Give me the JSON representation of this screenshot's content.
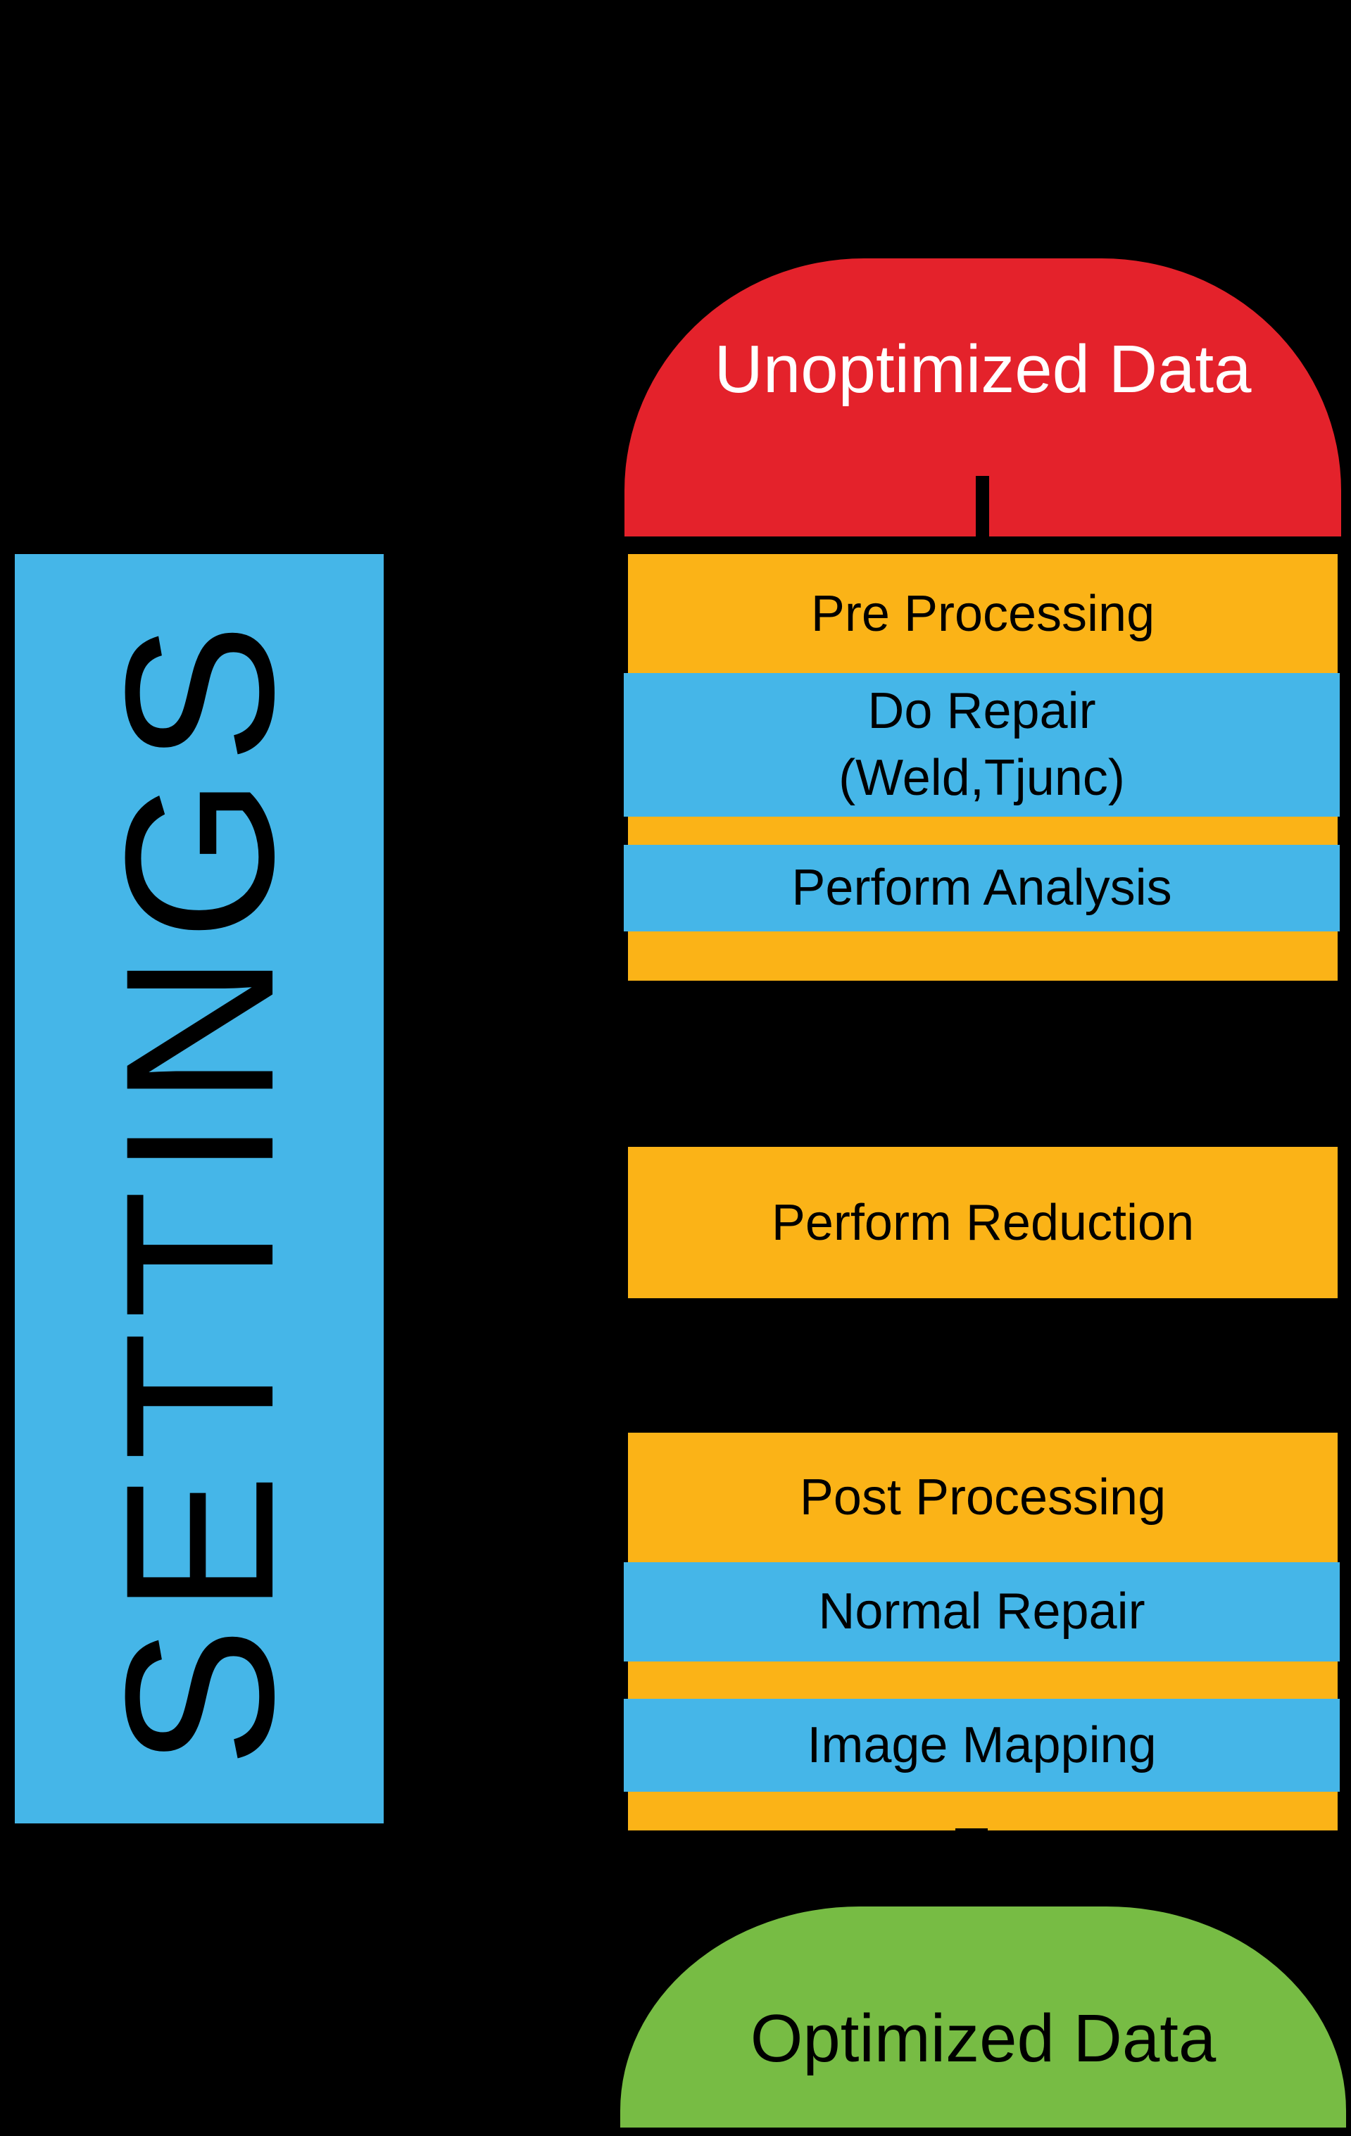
{
  "sidebar": {
    "label": "SETTINGS"
  },
  "flow": {
    "start_label": "Unoptimized Data",
    "pre": {
      "title": "Pre Processing",
      "step1_line1": "Do Repair",
      "step1_line2": "(Weld,Tjunc)",
      "step2": "Perform Analysis"
    },
    "reduction": {
      "title": "Perform Reduction"
    },
    "post": {
      "title": "Post Processing",
      "step1": "Normal Repair",
      "step2": "Image Mapping"
    },
    "end_label": "Optimized Data"
  },
  "colors": {
    "background": "#000000",
    "settings_blue": "#45b6e8",
    "step_blue": "#45b6e8",
    "process_orange": "#fbb317",
    "start_red": "#e4222b",
    "end_green": "#77bc44",
    "text_dark": "#000000",
    "text_light": "#ffffff"
  }
}
